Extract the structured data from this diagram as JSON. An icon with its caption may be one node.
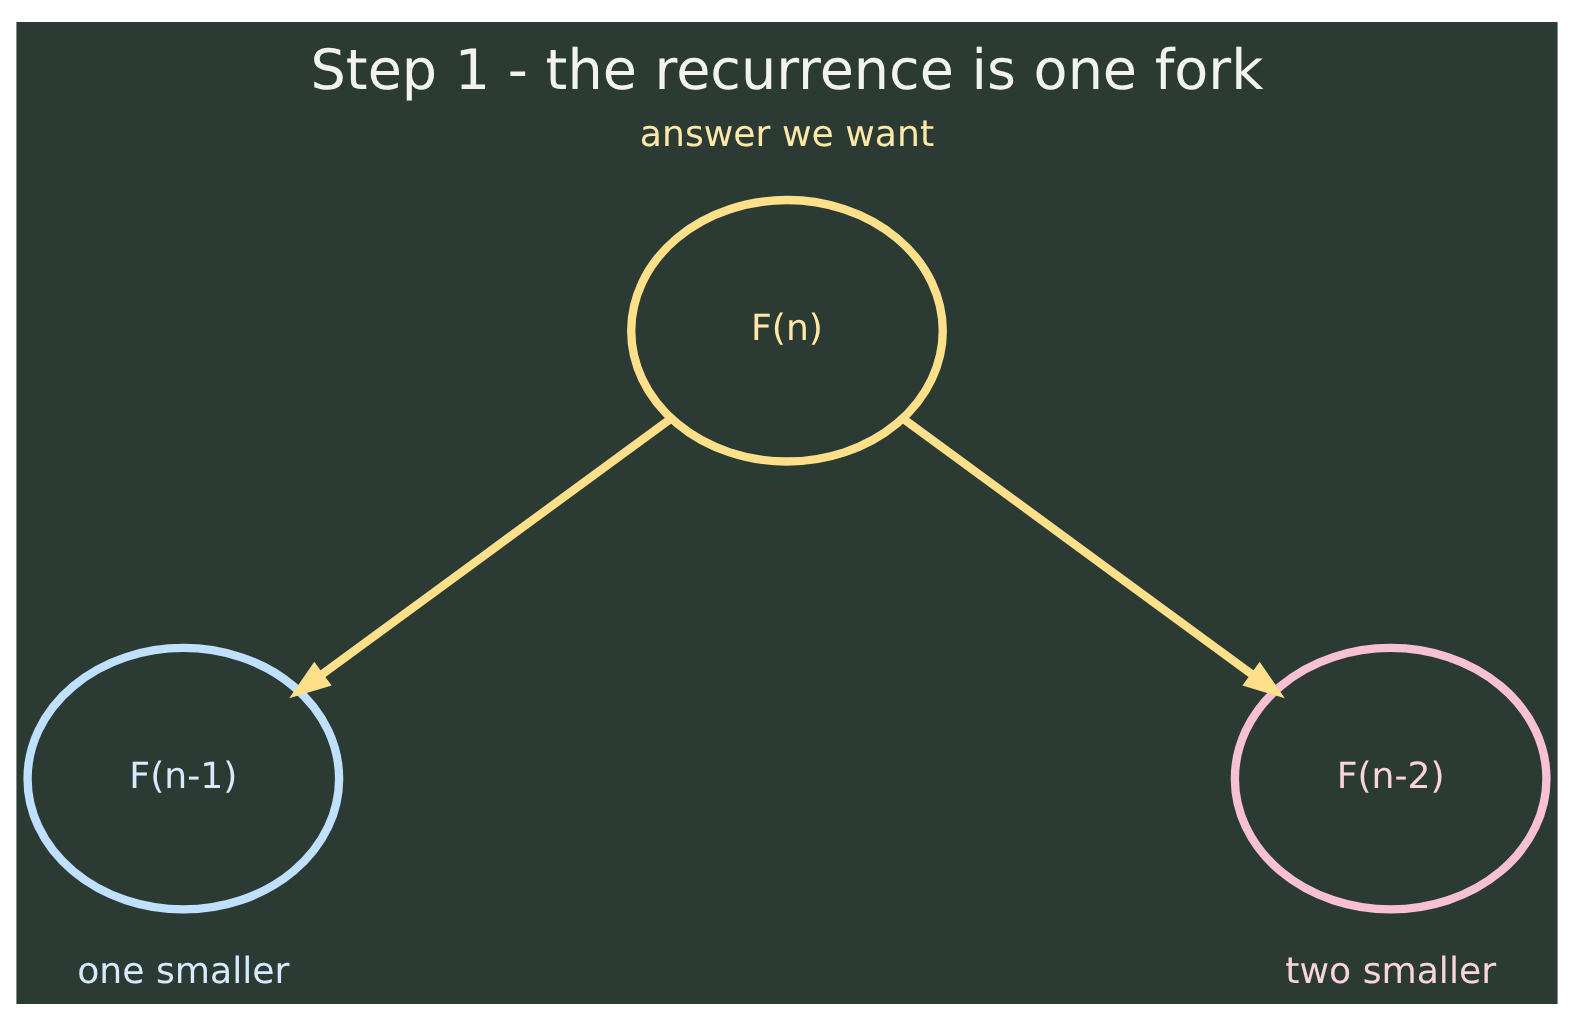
{
  "diagram": {
    "title": "Step 1 - the recurrence is one fork",
    "nodes": [
      {
        "text": [
          "F(n)"
        ],
        "beside": [
          "answer we want"
        ]
      },
      {
        "text": [
          "F(n-1)"
        ],
        "beside": [
          "one smaller"
        ]
      },
      {
        "text": [
          "F(n-2)"
        ],
        "beside": [
          "two smaller"
        ]
      }
    ],
    "edges": [
      {
        "from": 0,
        "to": 1,
        "arrow": "to"
      },
      {
        "from": 0,
        "to": 2,
        "arrow": "to"
      }
    ]
  }
}
